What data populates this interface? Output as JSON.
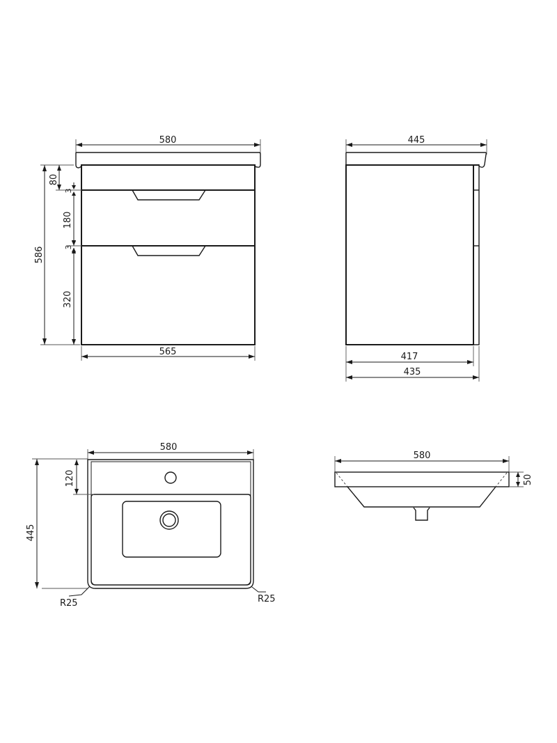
{
  "views": {
    "cabinet_front": {
      "width_top": "580",
      "width_bottom": "565",
      "height_total": "586",
      "top_rail": "80",
      "gap_1": "3",
      "drawer_1": "180",
      "gap_2": "3",
      "drawer_2": "320"
    },
    "cabinet_side": {
      "depth_top": "445",
      "depth_body": "417",
      "depth_total": "435"
    },
    "basin_top": {
      "width": "580",
      "depth": "445",
      "back_ledge": "120",
      "radius_left": "R25",
      "radius_right": "R25"
    },
    "basin_front": {
      "width": "580",
      "thickness": "50"
    }
  },
  "colors": {
    "line": "#1a1a1a",
    "extension": "#555555",
    "background": "#ffffff"
  }
}
